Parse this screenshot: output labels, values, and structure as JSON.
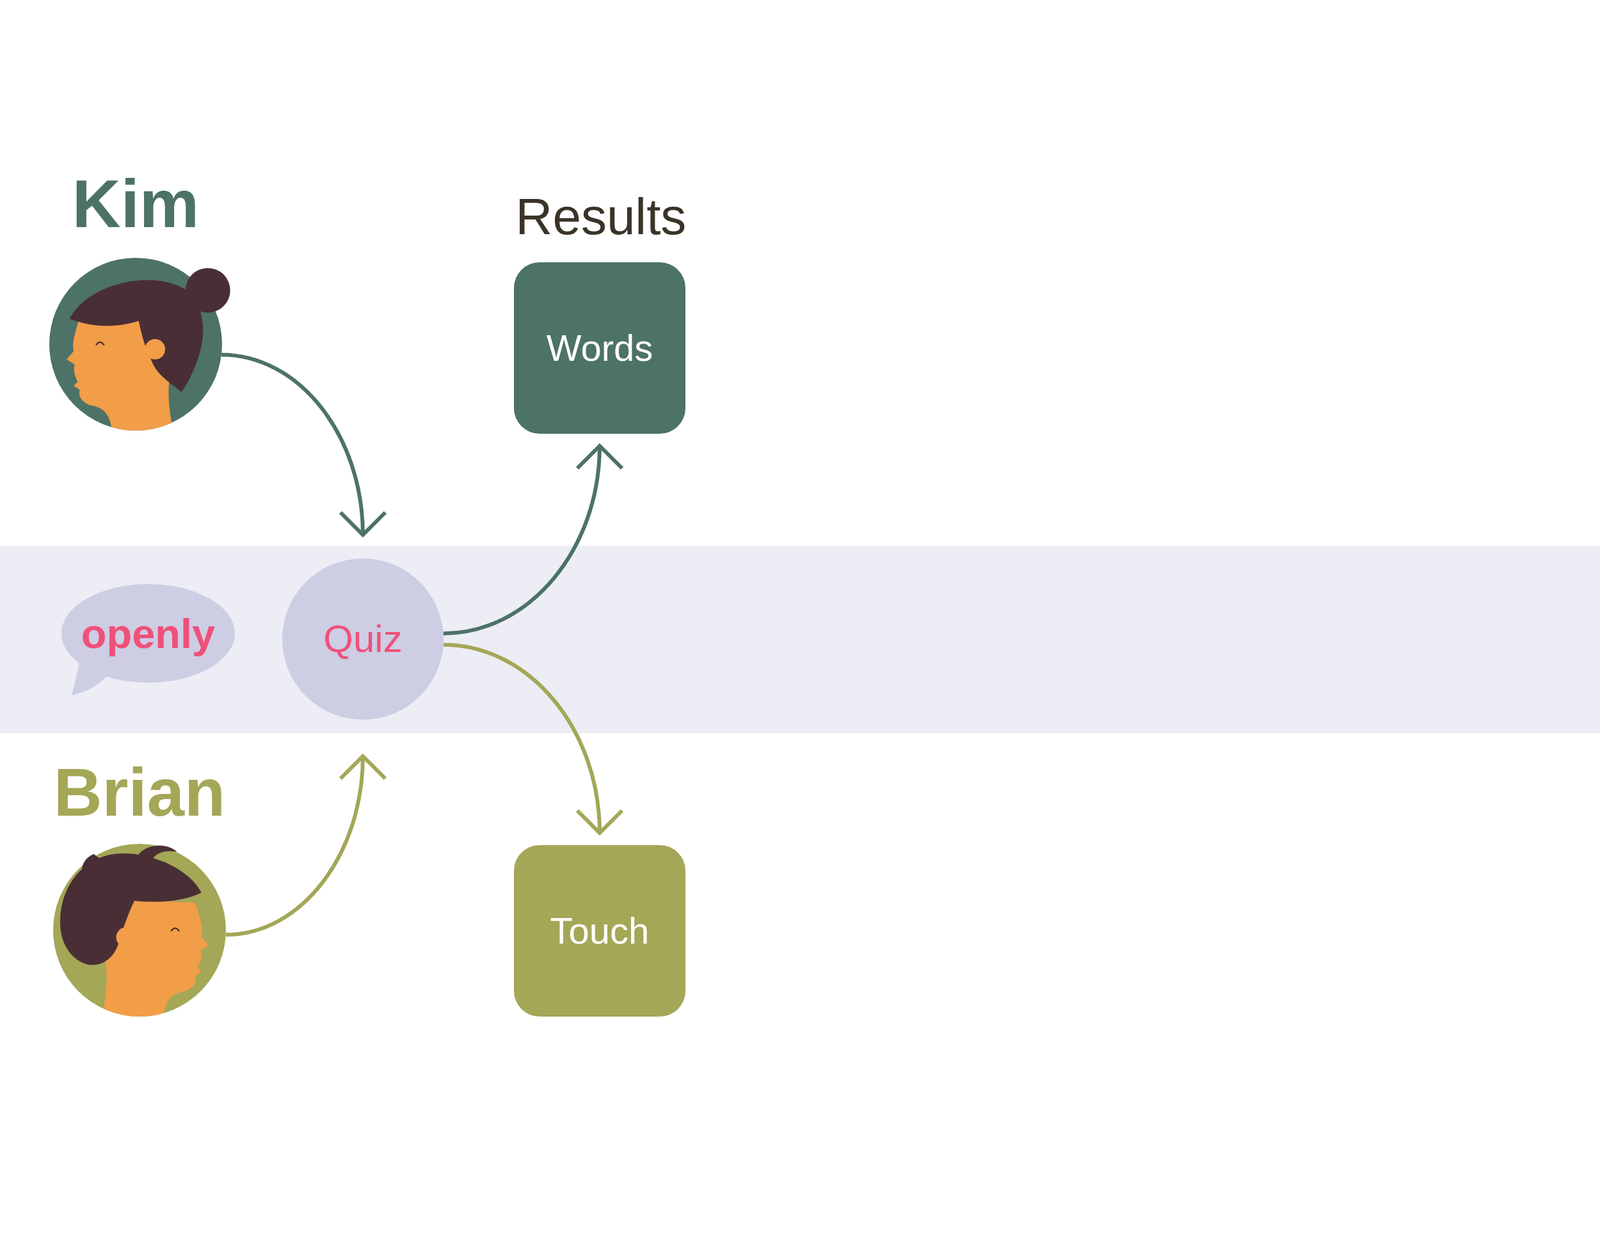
{
  "diagram": {
    "nodes": [
      {
        "text": [
          "Kim"
        ]
      },
      {
        "text": [
          "Words"
        ]
      },
      {
        "text": [
          "openly"
        ]
      },
      {
        "text": [
          "Quiz"
        ]
      },
      {
        "text": [
          "Brian"
        ]
      },
      {
        "text": [
          "Touch"
        ]
      }
    ],
    "edges": [
      {
        "from": 0,
        "to": 3,
        "arrow": "to"
      },
      {
        "from": 3,
        "to": 1,
        "arrow": "to"
      },
      {
        "from": 4,
        "to": 3,
        "arrow": "to"
      },
      {
        "from": 3,
        "to": 5,
        "arrow": "to"
      }
    ],
    "labels": [
      "Results"
    ]
  }
}
